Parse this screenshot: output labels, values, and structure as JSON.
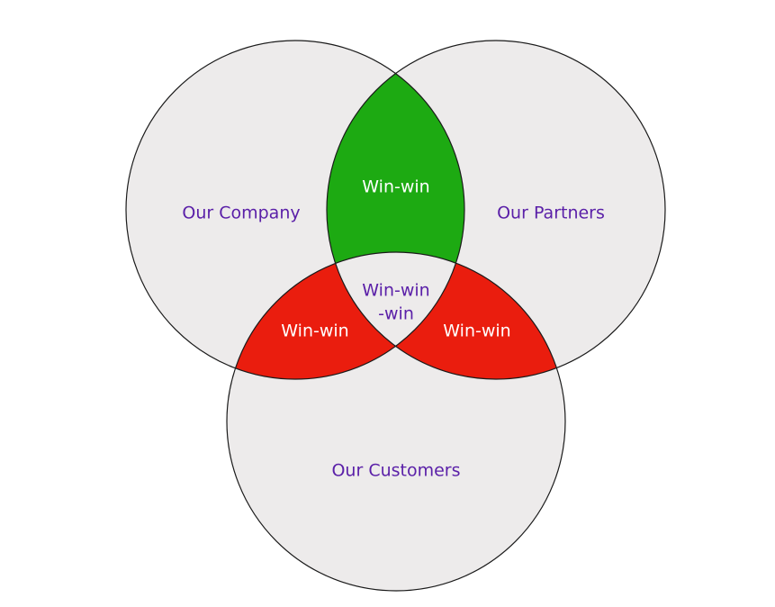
{
  "diagram": {
    "type": "venn-3",
    "sets": {
      "company": {
        "label": "Our Company"
      },
      "partners": {
        "label": "Our Partners"
      },
      "customers": {
        "label": "Our Customers"
      }
    },
    "intersections": {
      "company_partners": {
        "lines": [
          "Win-win"
        ]
      },
      "company_customers": {
        "lines": [
          "Win-win"
        ]
      },
      "partners_customers": {
        "lines": [
          "Win-win"
        ]
      },
      "all_three": {
        "lines": [
          "Win-win",
          "-win"
        ]
      }
    },
    "colors": {
      "circle_fill": "#edebeb",
      "circle_stroke": "#1a1a1a",
      "company_partners_fill": "#1daa12",
      "pairwise_with_customers_fill": "#ea1d0e",
      "set_label_color": "#5a1fa8",
      "overlap_label_color": "#ffffff",
      "center_label_color": "#5a1fa8"
    }
  }
}
